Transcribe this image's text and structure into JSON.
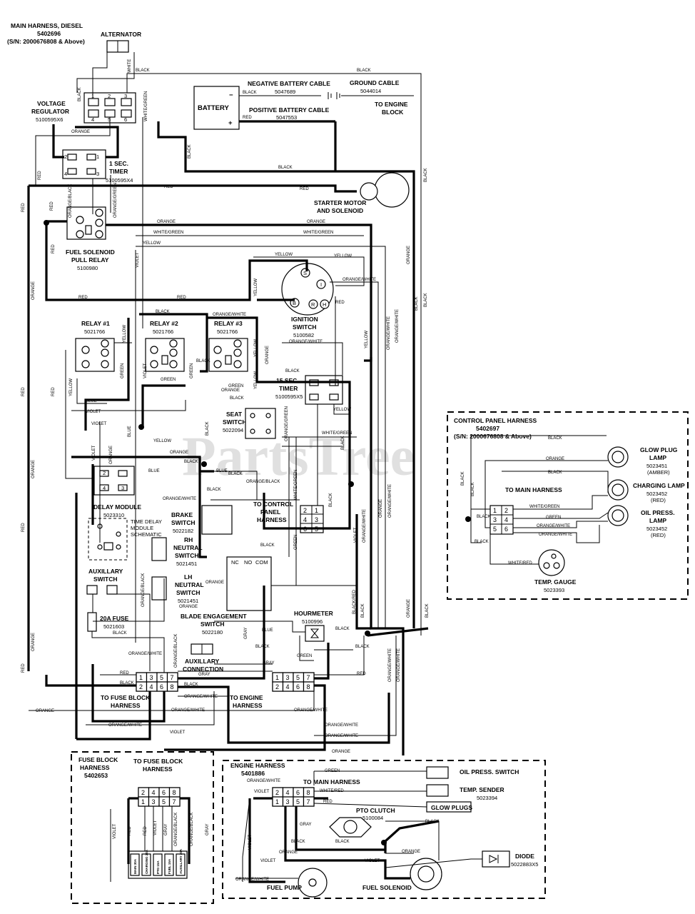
{
  "header": {
    "title": "MAIN HARNESS, DIESEL",
    "part": "5402696",
    "serial": "(S/N: 2000676808 & Above)"
  },
  "watermark": "PartsTree",
  "components": {
    "alternator": "ALTERNATOR",
    "voltage_regulator": "VOLTAGE",
    "voltage_regulator_2": "REGULATOR",
    "voltage_regulator_part": "5100595X6",
    "battery": "BATTERY",
    "neg_cable": "NEGATIVE BATTERY CABLE",
    "neg_cable_part": "5047689",
    "pos_cable": "POSITIVE BATTERY CABLE",
    "pos_cable_part": "5047553",
    "ground_cable": "GROUND CABLE",
    "ground_cable_part": "5044014",
    "to_engine_block": "TO ENGINE",
    "to_engine_block_2": "BLOCK",
    "timer1": "1 SEC.",
    "timer1_2": "TIMER",
    "timer1_part": "5100595X4",
    "starter": "STARTER MOTOR",
    "starter_2": "AND SOLENOID",
    "fuel_relay": "FUEL SOLENOID",
    "fuel_relay_2": "PULL RELAY",
    "fuel_relay_part": "5100980",
    "ignition": "IGNITION",
    "ignition_2": "SWITCH",
    "ignition_part": "5100582",
    "relay1": "RELAY #1",
    "relay1_part": "5021766",
    "relay2": "RELAY #2",
    "relay2_part": "5021766",
    "relay3": "RELAY #3",
    "relay3_part": "5021766",
    "timer15": "15 SEC.",
    "timer15_2": "TIMER",
    "timer15_part": "5100595X5",
    "seat": "SEAT",
    "seat_2": "SWITCH",
    "seat_part": "5022094",
    "delay": "DELAY MODULE",
    "delay_part": "5023310",
    "time_delay": "TIME DELAY",
    "time_delay_2": "MODULE",
    "time_delay_3": "SCHEMATIC",
    "to_cp": "TO CONTROL",
    "to_cp_2": "PANEL",
    "to_cp_3": "HARNESS",
    "brake": "BRAKE",
    "brake_2": "SWITCH",
    "brake_part": "5022182",
    "rh": "RH",
    "rh_2": "NEUTRAL",
    "rh_3": "SWITCH",
    "rh_part": "5021451",
    "lh": "LH",
    "lh_2": "NEUTRAL",
    "lh_3": "SWITCH",
    "lh_part": "5021451",
    "aux": "AUXILLARY",
    "aux_2": "SWITCH",
    "fuse20": "20A FUSE",
    "fuse20_part": "5021603",
    "blade": "BLADE ENGAGEMENT",
    "blade_2": "SWITCH",
    "blade_part": "5022180",
    "hourmeter": "HOURMETER",
    "hourmeter_part": "5100996",
    "aux_conn": "AUXILLARY",
    "aux_conn_2": "CONNECTION",
    "to_fuse": "TO FUSE BLOCK",
    "to_fuse_2": "HARNESS",
    "to_engine": "TO ENGINE",
    "to_engine_2": "HARNESS"
  },
  "control_panel": {
    "title": "CONTROL PANEL HARNESS",
    "part": "5402697",
    "serial": "(S/N: 2000676808 & Above)",
    "to_main": "TO MAIN HARNESS",
    "glow": "GLOW PLUG",
    "glow_2": "LAMP",
    "glow_part": "5023451",
    "glow_color": "(AMBER)",
    "charging": "CHARGING LAMP",
    "charging_part": "5023452",
    "charging_color": "(RED)",
    "oil": "OIL PRESS.",
    "oil_2": "LAMP",
    "oil_part": "5023452",
    "oil_color": "(RED)",
    "temp": "TEMP. GAUGE",
    "temp_part": "5023393"
  },
  "fuse_block": {
    "title": "FUSE BLOCK",
    "title_2": "HARNESS",
    "part": "5402653",
    "to_fuse": "TO FUSE BLOCK",
    "to_fuse_2": "HARNESS",
    "fuse_labels": [
      "MAIN 30A",
      "CHARGING 20A",
      "PTO 15A",
      "FUEL 15A",
      "AUXILLARY 20A"
    ]
  },
  "engine_harness": {
    "title": "ENGINE HARNESS",
    "part": "5401886",
    "to_main": "TO MAIN HARNESS",
    "oil_switch": "OIL PRESS. SWITCH",
    "temp_sender": "TEMP. SENDER",
    "temp_sender_part": "5023394",
    "glow_plugs": "GLOW PLUGS",
    "pto": "PTO CLUTCH",
    "pto_part": "5100084",
    "diode": "DIODE",
    "diode_part": "5022883X5",
    "fuel_pump": "FUEL PUMP",
    "fuel_solenoid": "FUEL SOLENOID"
  },
  "wire_colors": {
    "black": "BLACK",
    "white": "WHITE",
    "red": "RED",
    "orange": "ORANGE",
    "yellow": "YELLOW",
    "green": "GREEN",
    "blue": "BLUE",
    "violet": "VIOLET",
    "gray": "GRAY",
    "white_green": "WHITE/GREEN",
    "orange_white": "ORANGE/WHITE",
    "orange_black": "ORANGE/BLACK",
    "orange_green": "ORANGE/GREEN",
    "white_red": "WHITE/RED",
    "black_red": "BLACK/RED"
  },
  "connector_pins": {
    "main_fuse_top": [
      "1",
      "3",
      "5",
      "7"
    ],
    "main_fuse_bottom": [
      "2",
      "4",
      "6",
      "8"
    ],
    "cp_pins": [
      "1",
      "2",
      "3",
      "4",
      "5",
      "6"
    ],
    "fb_top": [
      "2",
      "4",
      "6",
      "8"
    ],
    "fb_bottom": [
      "1",
      "3",
      "5",
      "7"
    ]
  }
}
